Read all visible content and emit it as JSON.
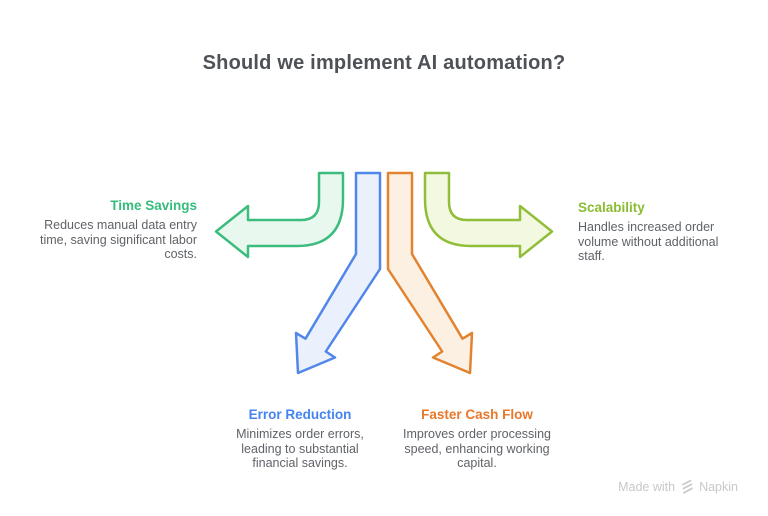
{
  "title": "Should we implement AI automation?",
  "branches": [
    {
      "label": "Time Savings",
      "direction": "left",
      "color": "#36bd7d",
      "arrow_fill": "#e8f8ef",
      "lines": [
        "Reduces manual data entry",
        "time, saving significant labor",
        "costs."
      ]
    },
    {
      "label": "Scalability",
      "direction": "right",
      "color": "#8bbd33",
      "arrow_fill": "#f3f9e0",
      "lines": [
        "Handles increased order",
        "volume without additional",
        "staff."
      ]
    },
    {
      "label": "Error Reduction",
      "direction": "down-left",
      "color": "#4483f2",
      "arrow_fill": "#eaf1fc",
      "lines": [
        "Minimizes order errors,",
        "leading to substantial",
        "financial savings."
      ]
    },
    {
      "label": "Faster Cash Flow",
      "direction": "down-right",
      "color": "#e8782b",
      "arrow_fill": "#fcf0e3",
      "lines": [
        "Improves order processing",
        "speed, enhancing working",
        "capital."
      ]
    }
  ],
  "watermark": {
    "prefix": "Made with",
    "brand": "Napkin"
  },
  "colors": {
    "background": "#ffffff",
    "title_text": "#4e5256",
    "body_text": "#5f6368",
    "watermark_text": "#c6c8ca"
  }
}
